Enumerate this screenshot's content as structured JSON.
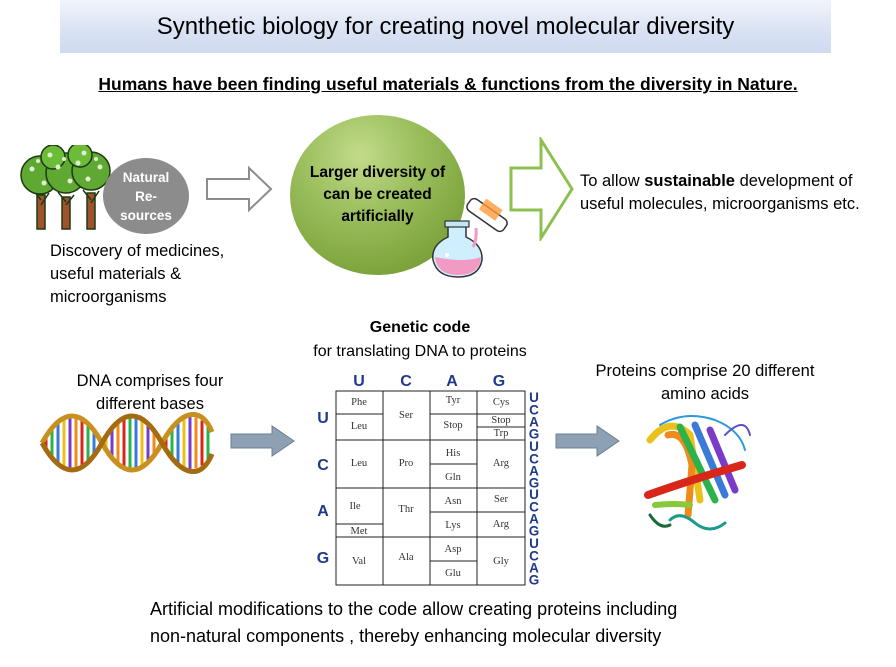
{
  "title": "Synthetic biology for creating novel molecular diversity",
  "subtitle": "Humans have been finding useful materials & functions from the diversity in Nature.",
  "natural_resources": {
    "label_lines": [
      "Natural",
      "Re-",
      "sources"
    ],
    "discovery_lines": [
      "Discovery of medicines,",
      "useful materials &",
      "microorganisms"
    ]
  },
  "larger_diversity": {
    "lines": [
      "Larger diversity of",
      "can be created",
      "artificially"
    ]
  },
  "sustainable": {
    "line1_pre": "To allow ",
    "line1_bold": "sustainable",
    "line1_post": " development of",
    "line2": "useful molecules, microorganisms etc."
  },
  "genetic_code": {
    "title": "Genetic code",
    "subtitle": "for translating DNA to proteins",
    "first_bases": [
      "U",
      "C",
      "A",
      "G"
    ],
    "second_bases": [
      "U",
      "C",
      "A",
      "G"
    ],
    "third_bases": [
      "U",
      "C",
      "A",
      "G"
    ],
    "blocks": [
      [
        [
          "Phe",
          "Leu"
        ],
        [
          "Ser"
        ],
        [
          "Tyr",
          "Stop"
        ],
        [
          "Cys",
          "Stop",
          "Trp"
        ]
      ],
      [
        [
          "Leu"
        ],
        [
          "Pro"
        ],
        [
          "His",
          "Gln"
        ],
        [
          "Arg"
        ]
      ],
      [
        [
          "Ile",
          "Met"
        ],
        [
          "Thr"
        ],
        [
          "Asn",
          "Lys"
        ],
        [
          "Ser",
          "Arg"
        ]
      ],
      [
        [
          "Val"
        ],
        [
          "Ala"
        ],
        [
          "Asp",
          "Glu"
        ],
        [
          "Gly"
        ]
      ]
    ]
  },
  "dna": {
    "lines": [
      "DNA comprises four",
      "different bases"
    ]
  },
  "proteins": {
    "lines": [
      "Proteins comprise 20 different",
      "amino acids"
    ]
  },
  "footer": {
    "lines": [
      "Artificial modifications to the code allow creating proteins including",
      "non-natural components , thereby enhancing molecular diversity"
    ]
  },
  "colors": {
    "title_bg": "#d9e2f3",
    "natural_ellipse": "#8c8c8c",
    "green_sphere": "#8ab04a",
    "green_arrow": "#8cc152",
    "gray_arrow": "#8ea0b4",
    "codon_blue": "#1f3a8a"
  }
}
